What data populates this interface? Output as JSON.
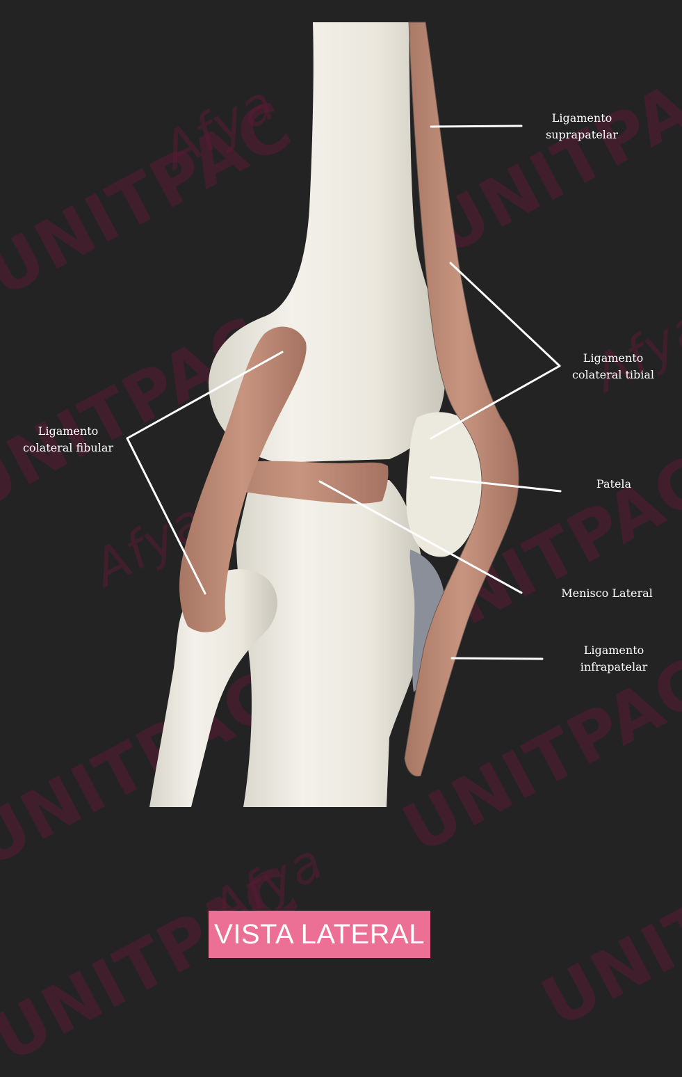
{
  "watermarks": {
    "brand": "UNITPAC",
    "partner": "Afya"
  },
  "labels": {
    "suprapatelar": [
      "Ligamento",
      "suprapatelar"
    ],
    "colateral_tibial": [
      "Ligamento",
      "colateral tibial"
    ],
    "colateral_fibular": [
      "Ligamento",
      "colateral fibular"
    ],
    "patela": "Patela",
    "menisco_lateral": "Menisco Lateral",
    "infrapatelar": [
      "Ligamento",
      "infrapatelar"
    ]
  },
  "title": "VISTA LATERAL",
  "colors": {
    "background": "#232323",
    "bone": "#ece9df",
    "ligament": "#c08d78",
    "title_box": "#ec7095",
    "watermark": "#5a1a35",
    "leader_line": "#ffffff"
  }
}
